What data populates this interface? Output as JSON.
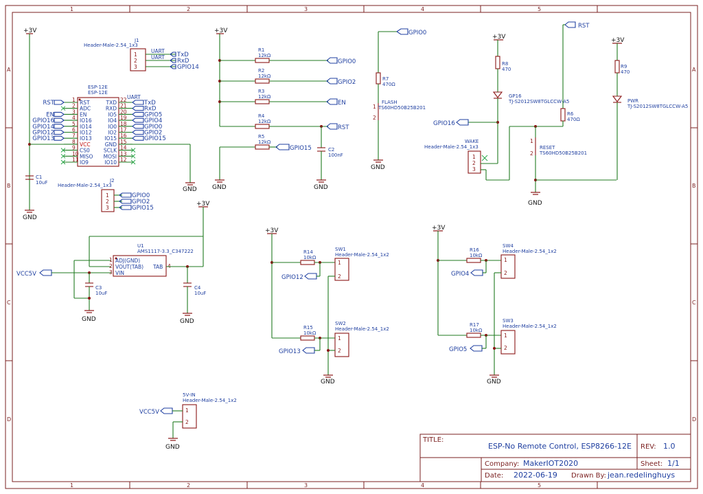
{
  "grid": {
    "columns": [
      "1",
      "2",
      "3",
      "4",
      "5"
    ],
    "rows": [
      "A",
      "B",
      "C",
      "D"
    ]
  },
  "power": {
    "v3": "+3V",
    "gnd": "GND"
  },
  "nets": {
    "rst": "RST",
    "en": "EN",
    "gpio0": "GPIO0",
    "gpio2": "GPIO2",
    "gpio4": "GPIO4",
    "gpio5": "GPIO5",
    "gpio12": "GPIO12",
    "gpio13": "GPIO13",
    "gpio14": "GPIO14",
    "gpio15": "GPIO15",
    "gpio16": "GPIO16",
    "txd": "TxD",
    "rxd": "RxD",
    "vcc5v": "VCC5V"
  },
  "j1": {
    "ref": "J1",
    "value": "Header-Male-2.54_1x3",
    "uart_tx": "UART",
    "uart_rx": "UART",
    "pins": [
      "1",
      "2",
      "3"
    ]
  },
  "esp": {
    "ref": "ESP-12E",
    "value": "ESP-12E",
    "uart_label": "UART",
    "left_pins": [
      {
        "num": "1",
        "name": "RST",
        "net": "RST"
      },
      {
        "num": "2",
        "name": "ADC",
        "net": ""
      },
      {
        "num": "3",
        "name": "EN",
        "net": "EN"
      },
      {
        "num": "4",
        "name": "IO16",
        "net": "GPIO16"
      },
      {
        "num": "5",
        "name": "IO14",
        "net": "GPIO14"
      },
      {
        "num": "6",
        "name": "IO12",
        "net": "GPIO12"
      },
      {
        "num": "7",
        "name": "IO13",
        "net": "GPIO13"
      },
      {
        "num": "8",
        "name": "VCC",
        "net": ""
      },
      {
        "num": "9",
        "name": "CS0",
        "net": ""
      },
      {
        "num": "10",
        "name": "MISO",
        "net": ""
      },
      {
        "num": "11",
        "name": "IO9",
        "net": ""
      }
    ],
    "right_pins": [
      {
        "num": "22",
        "name": "TXD",
        "net": "TxD"
      },
      {
        "num": "21",
        "name": "RXD",
        "net": "RxD"
      },
      {
        "num": "20",
        "name": "IO5",
        "net": "GPIO5"
      },
      {
        "num": "19",
        "name": "IO4",
        "net": "GPIO4"
      },
      {
        "num": "18",
        "name": "IO0",
        "net": "GPIO0"
      },
      {
        "num": "17",
        "name": "IO2",
        "net": "GPIO2"
      },
      {
        "num": "16",
        "name": "IO15",
        "net": "GPIO15"
      },
      {
        "num": "15",
        "name": "GND",
        "net": ""
      },
      {
        "num": "14",
        "name": "SCLK",
        "net": ""
      },
      {
        "num": "13",
        "name": "MOSI",
        "net": ""
      },
      {
        "num": "12",
        "name": "IO10",
        "net": ""
      }
    ]
  },
  "c1": {
    "ref": "C1",
    "value": "10uF"
  },
  "j2": {
    "ref": "J2",
    "value": "Header-Male-2.54_1x3",
    "pins": [
      "1",
      "2",
      "3"
    ]
  },
  "resistors": {
    "r1": {
      "ref": "R1",
      "value": "12kΩ"
    },
    "r2": {
      "ref": "R2",
      "value": "12kΩ"
    },
    "r3": {
      "ref": "R3",
      "value": "12kΩ"
    },
    "r4": {
      "ref": "R4",
      "value": "12kΩ"
    },
    "r5": {
      "ref": "R5",
      "value": "12kΩ"
    },
    "r6": {
      "ref": "R6",
      "value": "470Ω"
    },
    "r7": {
      "ref": "R7",
      "value": "470Ω"
    },
    "r8": {
      "ref": "R8",
      "value": "470"
    },
    "r9": {
      "ref": "R9",
      "value": "470"
    },
    "r14": {
      "ref": "R14",
      "value": "10kΩ"
    },
    "r15": {
      "ref": "R15",
      "value": "10kΩ"
    },
    "r16": {
      "ref": "R16",
      "value": "10kΩ"
    },
    "r17": {
      "ref": "R17",
      "value": "10kΩ"
    }
  },
  "c2": {
    "ref": "C2",
    "value": "100nF"
  },
  "flash": {
    "ref": "FLASH",
    "value": "TS60HD50B25B201",
    "pins": [
      "1",
      "2"
    ]
  },
  "gp16": {
    "ref": "GP16",
    "value": "TJ-S2012SW8TGLCCW-A5"
  },
  "wake": {
    "ref": "WAKE",
    "value": "Header-Male-2.54_1x3",
    "pins": [
      "1",
      "2",
      "3"
    ]
  },
  "reset": {
    "ref": "RESET",
    "value": "TS60HD50B25B201",
    "pins": [
      "1",
      "2"
    ]
  },
  "pwr_led": {
    "ref": "PWR",
    "value": "TJ-S2012SW8TGLCCW-A5"
  },
  "u1": {
    "ref": "U1",
    "value": "AMS1117-3.3_C347222",
    "pin_adj": "ADJ(GND)",
    "pin_vout": "VOUT(TAB)",
    "pin_vin": "VIN",
    "pin_tab": "TAB",
    "nums": [
      "1",
      "2",
      "3",
      "4"
    ]
  },
  "c3": {
    "ref": "C3",
    "value": "10uF"
  },
  "c4": {
    "ref": "C4",
    "value": "10uF"
  },
  "sw1": {
    "ref": "SW1",
    "value": "Header-Male-2.54_1x2",
    "pins": [
      "1",
      "2"
    ]
  },
  "sw2": {
    "ref": "SW2",
    "value": "Header-Male-2.54_1x2",
    "pins": [
      "1",
      "2"
    ]
  },
  "sw3": {
    "ref": "SW3",
    "value": "Header-Male-2.54_1x2",
    "pins": [
      "1",
      "2"
    ]
  },
  "sw4": {
    "ref": "SW4",
    "value": "Header-Male-2.54_1x2",
    "pins": [
      "1",
      "2"
    ]
  },
  "vin": {
    "ref": "5V-IN",
    "value": "Header-Male-2.54_1x2",
    "pins": [
      "1",
      "2"
    ]
  },
  "title_block": {
    "title_label": "TITLE:",
    "title": "ESP-No Remote Control, ESP8266-12E",
    "rev_label": "REV:",
    "rev": "1.0",
    "company_label": "Company:",
    "company": "MakerIOT2020",
    "sheet_label": "Sheet:",
    "sheet": "1/1",
    "date_label": "Date:",
    "date": "2022-06-19",
    "drawn_label": "Drawn By:",
    "drawn": "jean.redelinghuys"
  }
}
